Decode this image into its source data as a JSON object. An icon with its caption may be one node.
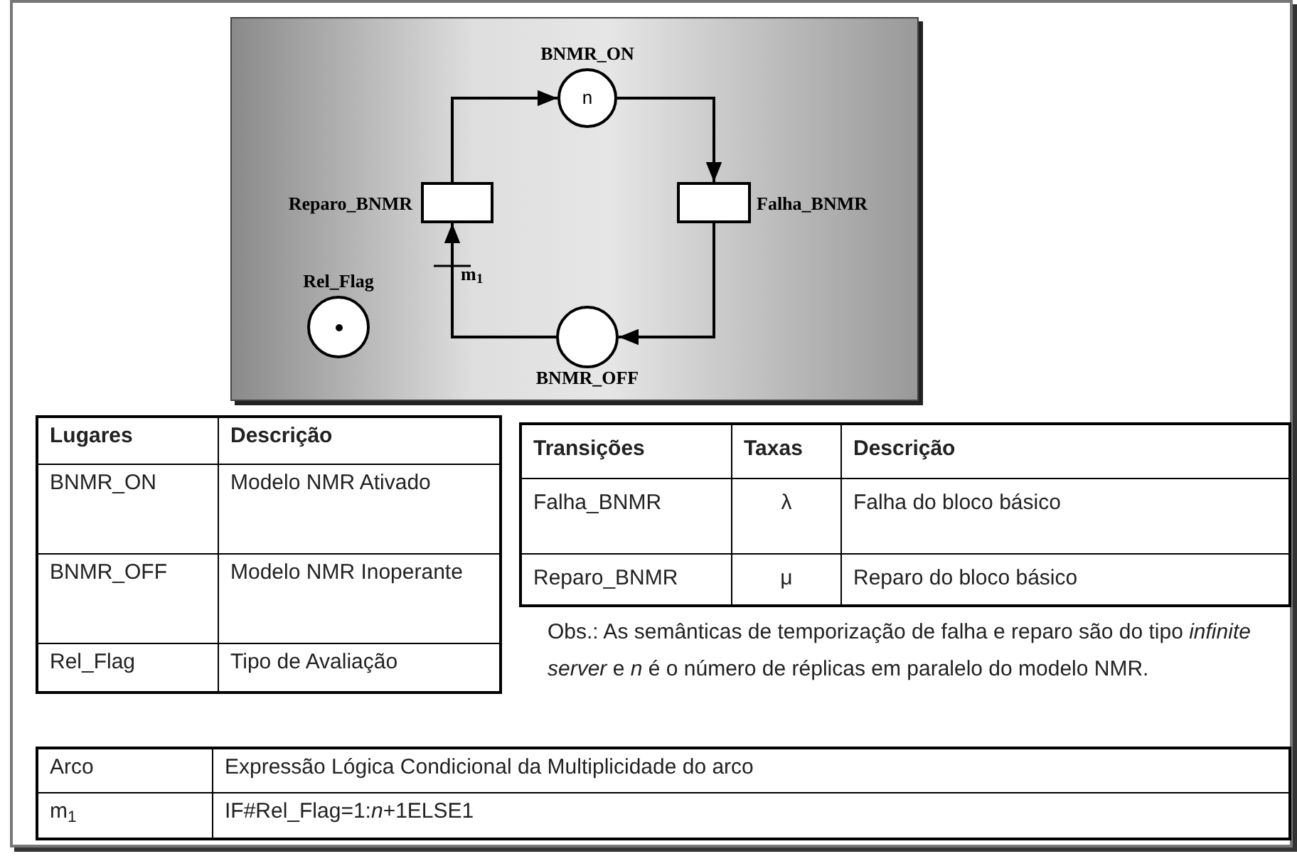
{
  "diagram": {
    "nodes": [
      {
        "text": [
          "BNMR_ON",
          "n"
        ]
      },
      {
        "text": [
          "Falha_BNMR"
        ]
      },
      {
        "text": [
          "BNMR_OFF"
        ]
      },
      {
        "text": [
          "Reparo_BNMR"
        ]
      },
      {
        "text": [
          "Rel_Flag"
        ]
      }
    ],
    "edges": [
      {
        "from": 3,
        "to": 0,
        "arrow": "to"
      },
      {
        "from": 0,
        "to": 1,
        "arrow": "to"
      },
      {
        "from": 1,
        "to": 2,
        "arrow": "to"
      },
      {
        "from": 2,
        "to": 3,
        "arrow": "to",
        "label": "m$_{1}$"
      }
    ],
    "labels": [
      "Lugares",
      "Descrição",
      "BNMR_ON",
      "Modelo NMR Ativado",
      "BNMR_OFF",
      "Modelo NMR Inoperante",
      "Rel_Flag",
      "Tipo de Avaliação",
      "Transições",
      "Taxas",
      "Descrição",
      "Falha_BNMR",
      "λ",
      "Falha do bloco básico",
      "Reparo_BNMR",
      "μ",
      "Reparo do bloco básico",
      "Obs.: As semânticas de temporização de falha e reparo são do tipo *infinite server* e *n* é o número de réplicas em paralelo do modelo NMR.",
      "Arco",
      "Expressão Lógica Condicional da Multiplicidade do arco",
      "m$_{1}$",
      "IF#Rel_Flag=1:*n*+1ELSE1"
    ]
  }
}
